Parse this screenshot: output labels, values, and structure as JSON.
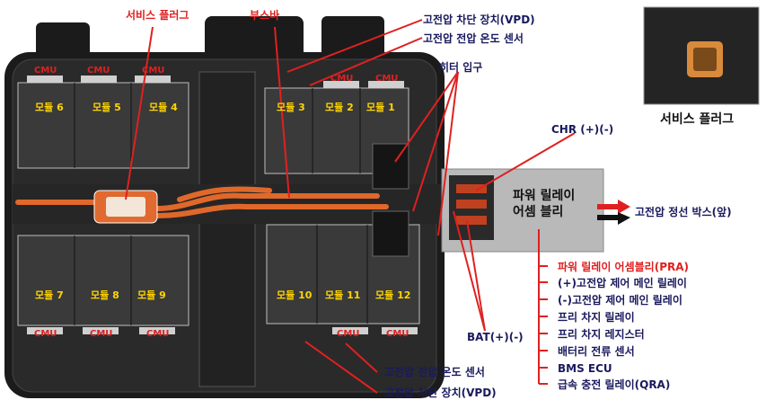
{
  "callouts": {
    "service_plug": "서비스 플러그",
    "busbar": "부스바",
    "vpd_top": "고전압 차단 장치(VPD)",
    "temp_sensor_top": "고전압 전압 온도 센서",
    "heater_input": "히터 입구",
    "chr": "CHR (+)(-)",
    "bat": "BAT(+)(-)",
    "temp_sensor_bottom": "고전압 전압 온도 센서",
    "vpd_bottom": "고전압 차단 장치(VPD)",
    "junction_box": "고전압 정선 박스(앞)"
  },
  "inset": {
    "caption": "서비스 플러그"
  },
  "pra": {
    "line1": "파워 릴레이",
    "line2": "어셈 블리"
  },
  "modules": [
    "모듈 6",
    "모듈 5",
    "모듈 4",
    "모듈 3",
    "모듈 2",
    "모듈 1",
    "모듈 7",
    "모듈 8",
    "모듈 9",
    "모듈 10",
    "모듈 11",
    "모듈 12"
  ],
  "cmu_label": "CMU",
  "pra_list": {
    "header": "파워 릴레이 어셈블리(PRA)",
    "items": [
      "(+)고전압 제어 메인 릴레이",
      "(-)고전압 제어 메인 릴레이",
      "프리 차지 릴레이",
      "프리 차지 레지스터",
      "배터리 전류 센서",
      "BMS ECU",
      "급속 충전 릴레이(QRA)"
    ]
  },
  "colors": {
    "callout_text": "#1a1a5e",
    "red": "#e02020",
    "module_text": "#ffd400",
    "busbar": "#e0682a"
  }
}
